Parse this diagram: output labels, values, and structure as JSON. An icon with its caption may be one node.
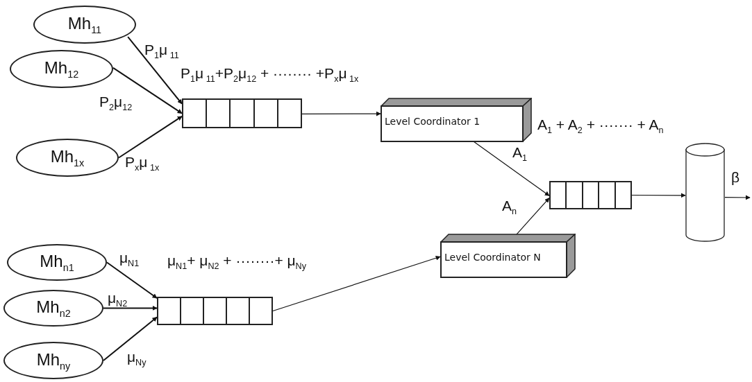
{
  "diagram": {
    "nodes": [
      {
        "text": [
          "Mh$_{11}$"
        ]
      },
      {
        "text": [
          "Mh$_{12}$"
        ]
      },
      {
        "text": [
          "Mh$_{1x}$"
        ]
      },
      {
        "text": [],
        "shape": "box"
      },
      {
        "text": [
          "Level Coordinator 1"
        ]
      },
      {
        "text": [],
        "shape": "box"
      },
      {
        "text": [],
        "shape": "cylinder"
      },
      {
        "text": [
          "Mh$_{n1}$"
        ]
      },
      {
        "text": [
          "Mh$_{n2}$"
        ]
      },
      {
        "text": [
          "Mh$_{ny}$"
        ]
      },
      {
        "text": [],
        "shape": "box"
      },
      {
        "text": [
          "Level Coordinator N"
        ]
      }
    ],
    "edges": [
      {
        "from": 0,
        "to": 3,
        "arrow": "to",
        "label": "P$_{1}$μ$_{ 11}$"
      },
      {
        "from": 1,
        "to": 3,
        "arrow": "to",
        "label": "P$_{2}$μ$_{12}$"
      },
      {
        "from": 2,
        "to": 3,
        "arrow": "to",
        "label": "P$_{x}$μ$_{ 1x}$"
      },
      {
        "from": 3,
        "to": 4,
        "arrow": "to"
      },
      {
        "from": 4,
        "to": 5,
        "arrow": "to",
        "label": "A$_{1}$"
      },
      {
        "from": 11,
        "to": 5,
        "arrow": "to",
        "label": "A$_{n}$"
      },
      {
        "from": 5,
        "to": 6,
        "arrow": "to"
      },
      {
        "from": 6,
        "to": null,
        "arrow": "to",
        "label": "β"
      },
      {
        "from": 7,
        "to": 10,
        "arrow": "to",
        "label": "μ$_{N1}$"
      },
      {
        "from": 8,
        "to": 10,
        "arrow": "to",
        "label": "μ$_{N2}$"
      },
      {
        "from": 9,
        "to": 10,
        "arrow": "to",
        "label": "μ$_{Ny}$"
      },
      {
        "from": 10,
        "to": 11,
        "arrow": "to"
      }
    ],
    "labels": [
      "P$_{1}$μ$_{ 11}$+P$_{2}$μ$_{12}$ + ········ +P$_{x}$μ$_{ 1x}$",
      "A$_{1}$ + A$_{2}$  +  ······· + A$_{n}$",
      "μ$_{N1}$+ μ$_{N2}$ + ········+ μ$_{Ny}$"
    ]
  }
}
